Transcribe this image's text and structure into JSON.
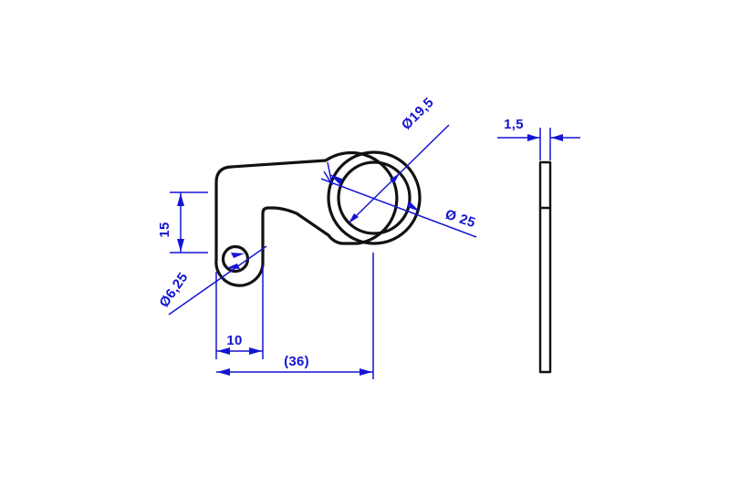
{
  "document": {
    "type": "engineering-drawing",
    "title": "Flat bracket / lever plate",
    "background_color": "#ffffff"
  },
  "colors": {
    "outline": "#111111",
    "dimension": "#1414d2",
    "background": "#ffffff"
  },
  "views": {
    "front": {
      "name": "front-view",
      "label": ""
    },
    "side": {
      "name": "side-view",
      "label": ""
    }
  },
  "dimensions": {
    "bore_large_inner": {
      "name": "dim-bore-19-5",
      "value": "Ø19,5",
      "icon": "diameter-symbol"
    },
    "boss_large_outer": {
      "name": "dim-boss-25",
      "value": "Ø 25",
      "icon": "diameter-symbol"
    },
    "bore_small": {
      "name": "dim-bore-6-25",
      "value": "Ø6,25",
      "icon": "diameter-symbol"
    },
    "height_left": {
      "name": "dim-height-15",
      "value": "15"
    },
    "width_left_tab": {
      "name": "dim-width-10",
      "value": "10"
    },
    "overall_length": {
      "name": "dim-length-36",
      "value": "(36)"
    },
    "thickness": {
      "name": "dim-thickness-1-5",
      "value": "1,5"
    }
  }
}
